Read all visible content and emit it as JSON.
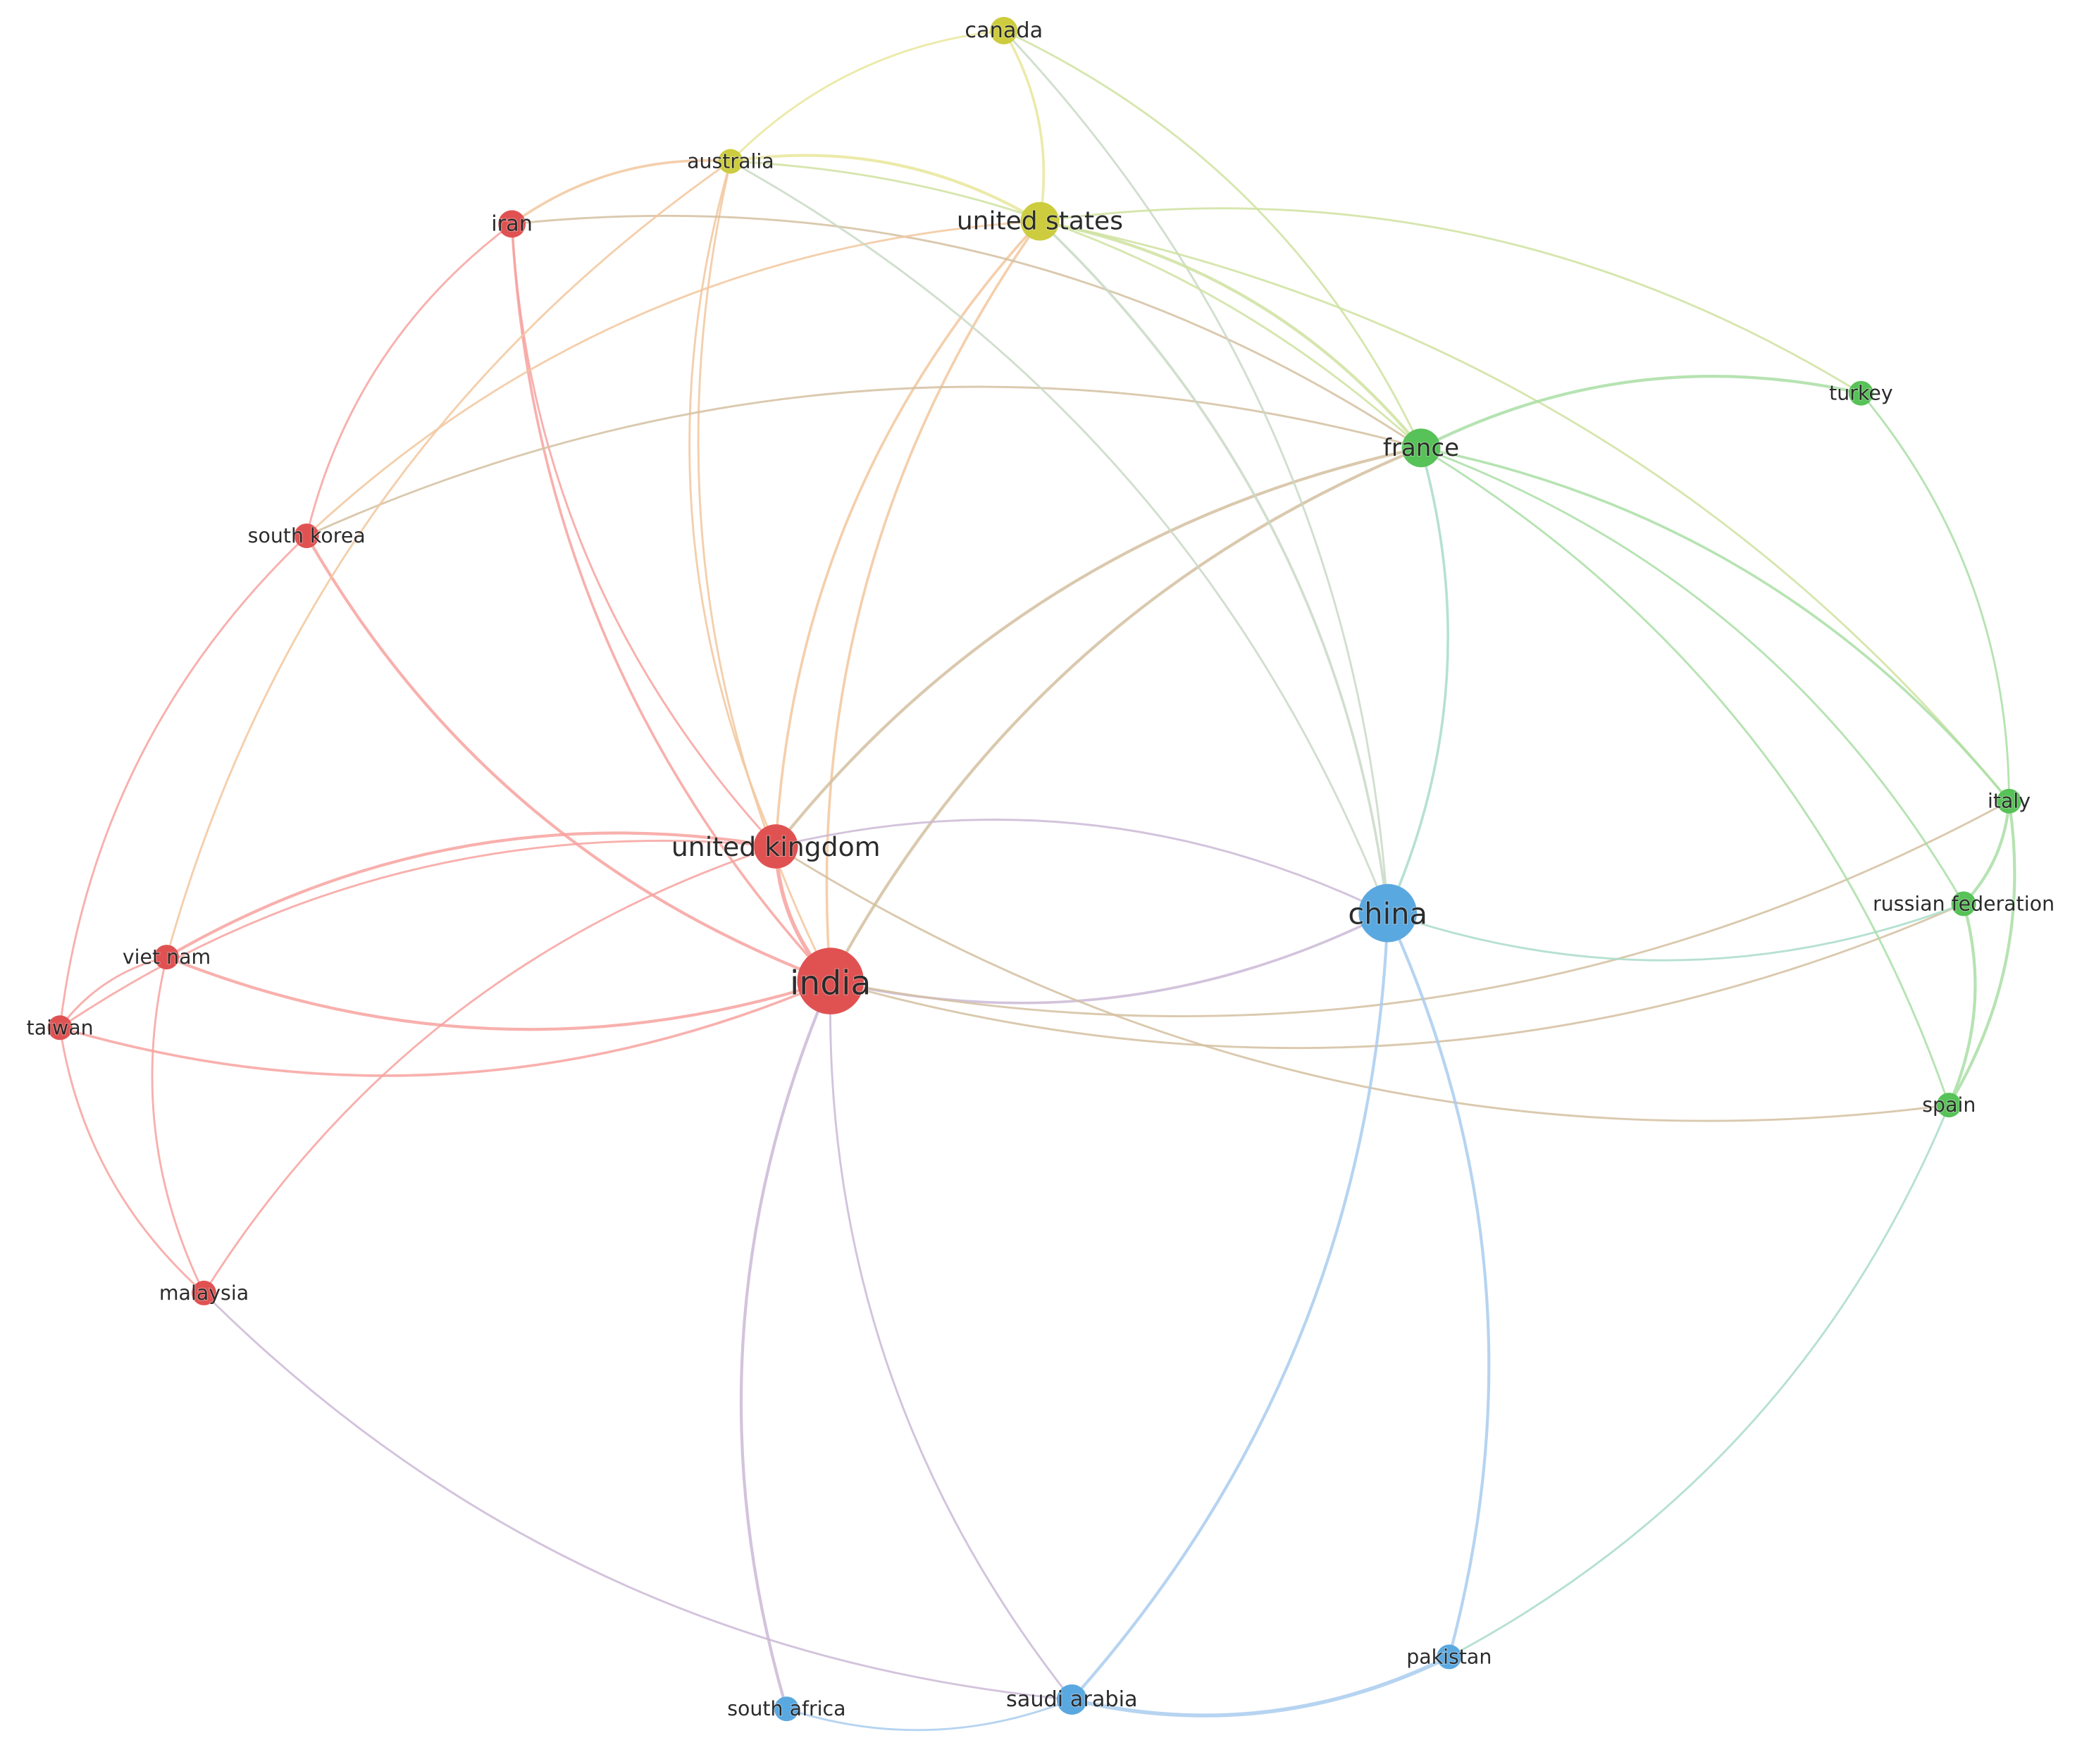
{
  "colors": {
    "red": "#e05252",
    "green": "#57c257",
    "blue": "#5aa8e0",
    "yellow": "#cccc3e"
  },
  "edge_colors": {
    "red": "#f7a29f",
    "green": "#a9dea4",
    "blue": "#a9cdee",
    "yellow": "#e9e69a",
    "red-blue": "#cbb9d6",
    "red-green": "#d4c0a0",
    "red-yellow": "#f2c79e",
    "green-yellow": "#cfe2a0",
    "blue-yellow": "#c9d9c6",
    "blue-green": "#a9dcc8"
  },
  "nodes": [
    {
      "id": "india",
      "label": "india",
      "cluster": "red",
      "weight": 10
    },
    {
      "id": "united-kingdom",
      "label": "united kingdom",
      "cluster": "red",
      "weight": 6
    },
    {
      "id": "iran",
      "label": "iran",
      "cluster": "red",
      "weight": 3
    },
    {
      "id": "south-korea",
      "label": "south korea",
      "cluster": "red",
      "weight": 2.5
    },
    {
      "id": "viet-nam",
      "label": "viet nam",
      "cluster": "red",
      "weight": 2.5
    },
    {
      "id": "taiwan",
      "label": "taiwan",
      "cluster": "red",
      "weight": 2.5
    },
    {
      "id": "malaysia",
      "label": "malaysia",
      "cluster": "red",
      "weight": 2.5
    },
    {
      "id": "china",
      "label": "china",
      "cluster": "blue",
      "weight": 8.5
    },
    {
      "id": "saudi-arabia",
      "label": "saudi arabia",
      "cluster": "blue",
      "weight": 3.5
    },
    {
      "id": "pakistan",
      "label": "pakistan",
      "cluster": "blue",
      "weight": 2.5
    },
    {
      "id": "south-africa",
      "label": "south africa",
      "cluster": "blue",
      "weight": 2.5
    },
    {
      "id": "united-states",
      "label": "united states",
      "cluster": "yellow",
      "weight": 5
    },
    {
      "id": "australia",
      "label": "australia",
      "cluster": "yellow",
      "weight": 2.5
    },
    {
      "id": "canada",
      "label": "canada",
      "cluster": "yellow",
      "weight": 3
    },
    {
      "id": "france",
      "label": "france",
      "cluster": "green",
      "weight": 5
    },
    {
      "id": "turkey",
      "label": "turkey",
      "cluster": "green",
      "weight": 2.5
    },
    {
      "id": "italy",
      "label": "italy",
      "cluster": "green",
      "weight": 2.5
    },
    {
      "id": "russian-federation",
      "label": "russian federation",
      "cluster": "green",
      "weight": 2.5
    },
    {
      "id": "spain",
      "label": "spain",
      "cluster": "green",
      "weight": 2.5
    }
  ],
  "edges": [
    {
      "s": "india",
      "t": "united-kingdom",
      "w": 3
    },
    {
      "s": "india",
      "t": "viet-nam",
      "w": 2
    },
    {
      "s": "india",
      "t": "south-korea",
      "w": 2
    },
    {
      "s": "india",
      "t": "iran",
      "w": 1.5
    },
    {
      "s": "india",
      "t": "taiwan",
      "w": 1.5
    },
    {
      "s": "india",
      "t": "united-states",
      "w": 1.5
    },
    {
      "s": "india",
      "t": "australia",
      "w": 1
    },
    {
      "s": "india",
      "t": "france",
      "w": 2
    },
    {
      "s": "india",
      "t": "china",
      "w": 1.5
    },
    {
      "s": "india",
      "t": "italy",
      "w": 1
    },
    {
      "s": "india",
      "t": "russian-federation",
      "w": 1
    },
    {
      "s": "india",
      "t": "south-africa",
      "w": 2
    },
    {
      "s": "india",
      "t": "saudi-arabia",
      "w": 1
    },
    {
      "s": "united-kingdom",
      "t": "viet-nam",
      "w": 2
    },
    {
      "s": "united-kingdom",
      "t": "taiwan",
      "w": 1
    },
    {
      "s": "united-kingdom",
      "t": "malaysia",
      "w": 1
    },
    {
      "s": "united-kingdom",
      "t": "iran",
      "w": 1
    },
    {
      "s": "united-kingdom",
      "t": "united-states",
      "w": 1.5
    },
    {
      "s": "united-kingdom",
      "t": "australia",
      "w": 1
    },
    {
      "s": "united-kingdom",
      "t": "france",
      "w": 2
    },
    {
      "s": "united-kingdom",
      "t": "china",
      "w": 1
    },
    {
      "s": "united-kingdom",
      "t": "spain",
      "w": 1
    },
    {
      "s": "iran",
      "t": "australia",
      "w": 1.5
    },
    {
      "s": "iran",
      "t": "south-korea",
      "w": 1
    },
    {
      "s": "iran",
      "t": "france",
      "w": 1
    },
    {
      "s": "south-korea",
      "t": "taiwan",
      "w": 1
    },
    {
      "s": "south-korea",
      "t": "united-states",
      "w": 1
    },
    {
      "s": "south-korea",
      "t": "france",
      "w": 1
    },
    {
      "s": "viet-nam",
      "t": "taiwan",
      "w": 1
    },
    {
      "s": "viet-nam",
      "t": "malaysia",
      "w": 1
    },
    {
      "s": "viet-nam",
      "t": "australia",
      "w": 1
    },
    {
      "s": "taiwan",
      "t": "malaysia",
      "w": 1
    },
    {
      "s": "malaysia",
      "t": "saudi-arabia",
      "w": 1
    },
    {
      "s": "china",
      "t": "united-states",
      "w": 1.5
    },
    {
      "s": "china",
      "t": "canada",
      "w": 1
    },
    {
      "s": "china",
      "t": "australia",
      "w": 1
    },
    {
      "s": "china",
      "t": "france",
      "w": 1.5
    },
    {
      "s": "china",
      "t": "russian-federation",
      "w": 1
    },
    {
      "s": "china",
      "t": "saudi-arabia",
      "w": 2
    },
    {
      "s": "china",
      "t": "pakistan",
      "w": 2
    },
    {
      "s": "saudi-arabia",
      "t": "pakistan",
      "w": 3
    },
    {
      "s": "saudi-arabia",
      "t": "south-africa",
      "w": 1
    },
    {
      "s": "pakistan",
      "t": "spain",
      "w": 1
    },
    {
      "s": "united-states",
      "t": "canada",
      "w": 1.5
    },
    {
      "s": "united-states",
      "t": "australia",
      "w": 2
    },
    {
      "s": "united-states",
      "t": "france",
      "w": 2
    },
    {
      "s": "united-states",
      "t": "turkey",
      "w": 1
    },
    {
      "s": "united-states",
      "t": "italy",
      "w": 1
    },
    {
      "s": "australia",
      "t": "canada",
      "w": 1
    },
    {
      "s": "australia",
      "t": "france",
      "w": 1
    },
    {
      "s": "canada",
      "t": "france",
      "w": 1
    },
    {
      "s": "france",
      "t": "turkey",
      "w": 2
    },
    {
      "s": "france",
      "t": "italy",
      "w": 1.5
    },
    {
      "s": "france",
      "t": "spain",
      "w": 1
    },
    {
      "s": "france",
      "t": "russian-federation",
      "w": 1
    },
    {
      "s": "turkey",
      "t": "italy",
      "w": 1
    },
    {
      "s": "italy",
      "t": "russian-federation",
      "w": 2
    },
    {
      "s": "italy",
      "t": "spain",
      "w": 2
    },
    {
      "s": "russian-federation",
      "t": "spain",
      "w": 2
    }
  ]
}
